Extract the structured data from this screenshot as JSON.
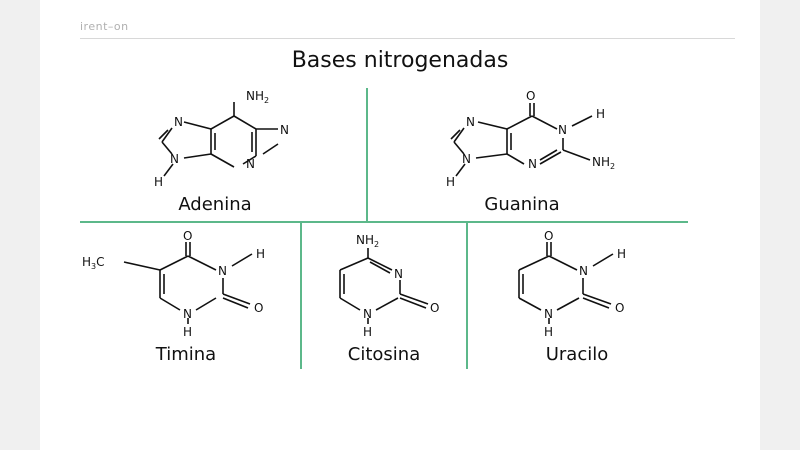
{
  "header": {
    "fragment": "irent–on",
    "title": "Bases nitrogenadas"
  },
  "bases": {
    "adenina": {
      "name": "Adenina",
      "atoms": {
        "nh2": "NH",
        "nh2_sub": "2",
        "n1": "N",
        "n2": "N",
        "n3": "N",
        "n4": "N",
        "h": "H"
      }
    },
    "guanina": {
      "name": "Guanina",
      "atoms": {
        "o": "O",
        "n1": "N",
        "h_top": "H",
        "n2": "N",
        "n3": "N",
        "n4": "N",
        "nh2": "NH",
        "nh2_sub": "2",
        "h": "H"
      }
    },
    "timina": {
      "name": "Timina",
      "atoms": {
        "h3c": "H",
        "h3c_sub": "3",
        "h3c_c": "C",
        "o_top": "O",
        "n_top": "N",
        "h_right": "H",
        "o_right": "O",
        "n_bot": "N",
        "h_bot": "H"
      }
    },
    "citosina": {
      "name": "Citosina",
      "atoms": {
        "nh2": "NH",
        "nh2_sub": "2",
        "n_right": "N",
        "o_right": "O",
        "n_bot": "N",
        "h_bot": "H"
      }
    },
    "uracilo": {
      "name": "Uracilo",
      "atoms": {
        "o_top": "O",
        "n_top": "N",
        "h_right": "H",
        "o_right": "O",
        "n_bot": "N",
        "h_bot": "H"
      }
    }
  },
  "colors": {
    "divider": "#5cb88a",
    "text": "#111111"
  }
}
